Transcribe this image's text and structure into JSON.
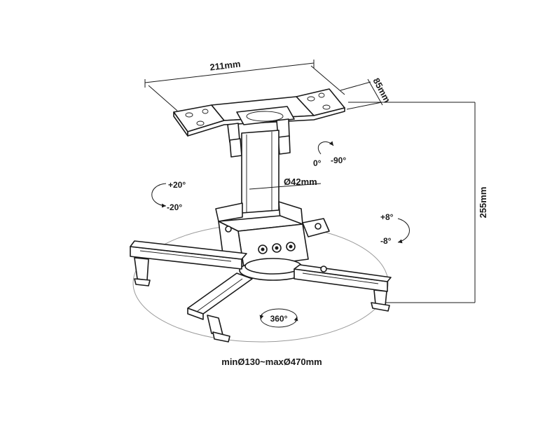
{
  "diagram": {
    "dimensions": {
      "plate_width": "211mm",
      "plate_depth": "85mm",
      "total_height": "255mm",
      "tube_diameter": "Ø42mm",
      "arm_range": "minØ130~maxØ470mm"
    },
    "rotations": {
      "tilt_up": "0°",
      "tilt_down": "-90°",
      "swivel_plus": "+20°",
      "swivel_minus": "-20°",
      "level_plus": "+8°",
      "level_minus": "-8°",
      "rotation": "360°"
    },
    "colors": {
      "line": "#1a1a1a",
      "ellipse": "#9a9a9a",
      "background": "#ffffff"
    }
  }
}
